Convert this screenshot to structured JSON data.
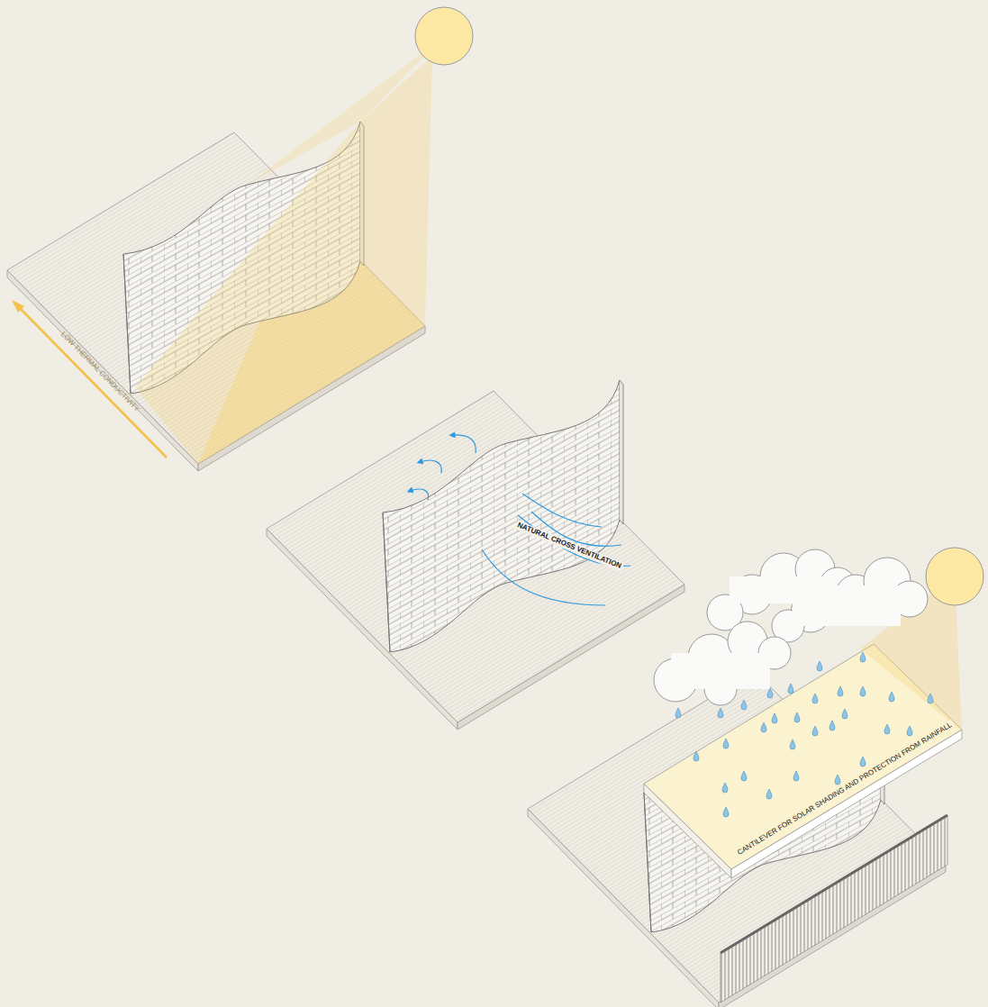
{
  "diagram": {
    "labels": [
      "LOW THERMAL CONDUCTIVITY",
      "NATURAL CROSS VENTILATION",
      "CANTILEVER FOR SOLAR SHADING AND PROTECTION FROM RAINFALL"
    ]
  }
}
